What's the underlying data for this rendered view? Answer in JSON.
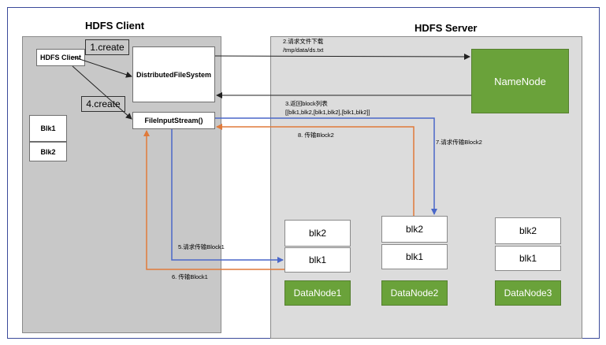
{
  "client": {
    "title": "HDFS Client",
    "client_box": "HDFS Client",
    "dfs_box": "DistributedFileSystem",
    "fis_box": "FileInputStream()",
    "create_tag_1": "1.create",
    "create_tag_4": "4.create",
    "local_blocks": [
      "Blk1",
      "Blk2"
    ]
  },
  "server": {
    "title": "HDFS Server",
    "namenode": "NameNode",
    "datanodes": [
      {
        "name": "DataNode1",
        "blocks": [
          "blk2",
          "blk1"
        ]
      },
      {
        "name": "DataNode2",
        "blocks": [
          "blk2",
          "blk1"
        ]
      },
      {
        "name": "DataNode3",
        "blocks": [
          "blk2",
          "blk1"
        ]
      }
    ]
  },
  "steps": {
    "s2_line1": "2.请求文件下载",
    "s2_line2": "/tmp/data/ds.txt",
    "s3_line1": "3.返回block列表",
    "s3_line2": "[[blk1,blk2,[blk1,blk2],[blk1,blk2]]",
    "s5": "5.请求传输Block1",
    "s6": "6. 传输Block1",
    "s7": "7.请求传输Block2",
    "s8": "8. 传输Block2"
  },
  "colors": {
    "green": "#6aa23a",
    "blue_arrow": "#4a67c8",
    "orange_arrow": "#e07a3a",
    "black_arrow": "#222222"
  }
}
